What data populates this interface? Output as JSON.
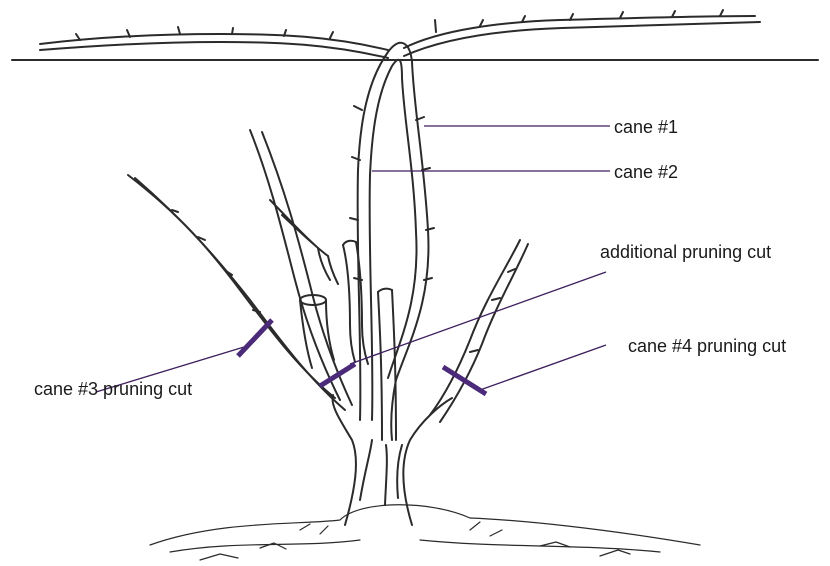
{
  "labels": {
    "cane1": "cane #1",
    "cane2": "cane #2",
    "additional_cut": "additional pruning cut",
    "cane4_cut": "cane #4 pruning cut",
    "cane3_cut": "cane #3 pruning cut"
  },
  "colors": {
    "ink": "#2b2b2b",
    "leader_line": "#3d1f5e",
    "cut_marker": "#4b2a7a",
    "background": "#ffffff"
  }
}
